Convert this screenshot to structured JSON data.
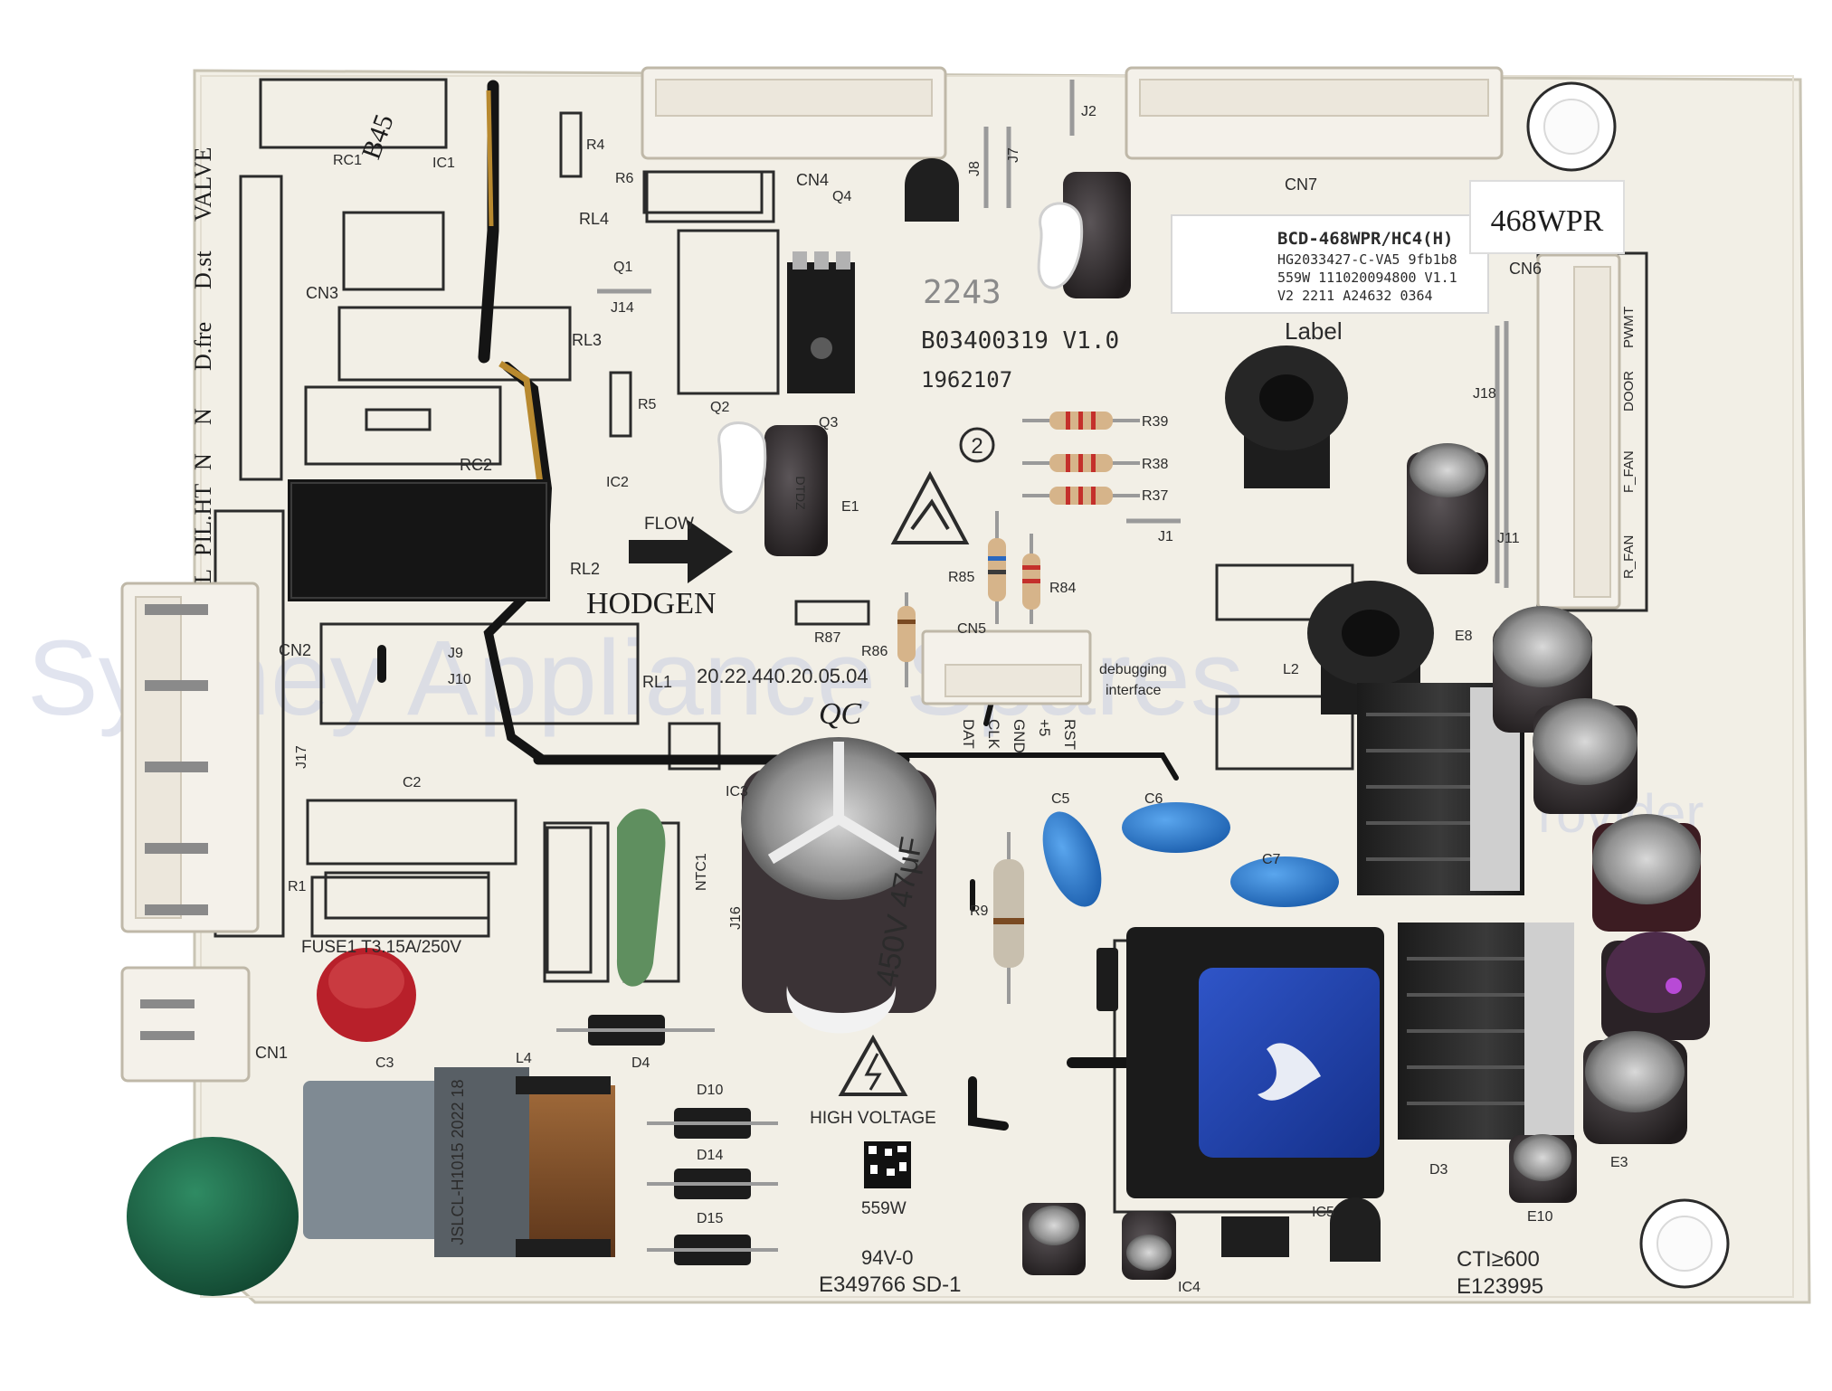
{
  "photo": {
    "colors": {
      "board": "#f2efe6",
      "silkscreen": "#2b2b2b",
      "connector": "#f4f1ea",
      "capacitor_dark": "#3a3536",
      "capacitor_blue": "#2f7fd0",
      "x_cap_green": "#1f6b4a",
      "transformer_blue": "#1d3fa8",
      "heatsink": "#2a2a2a",
      "fuse_red": "#b8202a",
      "resistor_tan": "#d6b48a"
    }
  },
  "board": {
    "model_label": {
      "line1": "BCD-468WPR/HC4(H)",
      "line2": "HG2033427-C-VA5 9fb1b8",
      "line3": "559W 111020094800 V1.1",
      "line4": "V2 2211 A24632 0364"
    },
    "tag_468wpr": "468WPR",
    "label_text": "Label",
    "board_number": "B03400319 V1.0",
    "board_number2": "1962107",
    "date_code": "2243",
    "part_code": "20.22.440.20.05.04",
    "brand": "HODGEN",
    "flow": "FLOW",
    "debug_label": "debugging",
    "debug_label2": "interface",
    "debug_pins": [
      "DAT",
      "CLK",
      "GND",
      "+5",
      "RST"
    ],
    "high_voltage": "HIGH VOLTAGE",
    "fuse_label": "FUSE1 T3.15A/250V",
    "ul": "94V-0",
    "ul_code": "E349766 SD-1",
    "cti": "CTI≥600",
    "cti_code": "E123995",
    "qr_code_label": "559W",
    "circled_two": "2",
    "qc": "QC",
    "cap_rating": "450V 47μF",
    "choke_label": "JSLCL-H1015 2022 18",
    "left_connector_labels": [
      "VALVE",
      "D.st",
      "D.fre",
      "N",
      "N",
      "PIL.HT",
      "L"
    ],
    "right_connector_labels": [
      "PWM",
      "DOOR",
      "F_FAN",
      "R_FAN",
      "T"
    ],
    "designators": {
      "cn1": "CN1",
      "cn2": "CN2",
      "cn3": "CN3",
      "cn4": "CN4",
      "cn5": "CN5",
      "cn6": "CN6",
      "cn7": "CN7",
      "rl1": "RL1",
      "rl2": "RL2",
      "rl3": "RL3",
      "rl4": "RL4",
      "rc1": "RC1",
      "rc2": "RC2",
      "ic1": "IC1",
      "ic2": "IC2",
      "ic3": "IC3",
      "ic4": "IC4",
      "ic5": "IC5",
      "q1": "Q1",
      "q2": "Q2",
      "q3": "Q3",
      "q4": "Q4",
      "r1": "R1",
      "r4": "R4",
      "r5": "R5",
      "r6": "R6",
      "r37": "R37",
      "r38": "R38",
      "r39": "R39",
      "r84": "R84",
      "r85": "R85",
      "r86": "R86",
      "r87": "R87",
      "r9": "R9",
      "j1": "J1",
      "j2": "J2",
      "j7": "J7",
      "j8": "J8",
      "j9": "J9",
      "j10": "J10",
      "j11": "J11",
      "j14": "J14",
      "j16": "J16",
      "j17": "J17",
      "j18": "J18",
      "c2": "C2",
      "c3": "C3",
      "c5": "C5",
      "c6": "C6",
      "c7": "C7",
      "d3": "D3",
      "d4": "D4",
      "d10": "D10",
      "d14": "D14",
      "d15": "D15",
      "e1": "E1",
      "e3": "E3",
      "e8": "E8",
      "e10": "E10",
      "l2": "L2",
      "l4": "L4",
      "ntc1": "NTC1",
      "b45": "B45"
    }
  },
  "watermark": {
    "text": "Sydney Appliance Spares",
    "text2": "rovider"
  }
}
